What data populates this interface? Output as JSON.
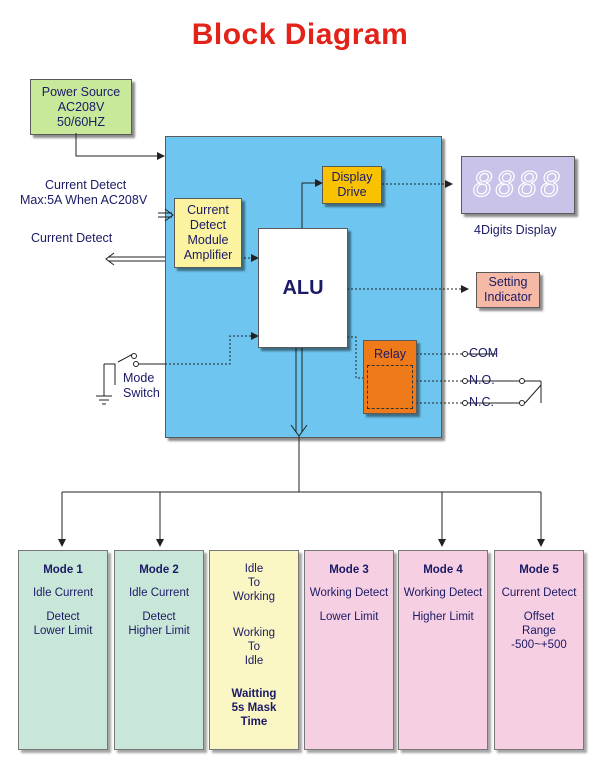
{
  "title": "Block Diagram",
  "power_source": {
    "line1": "Power Source",
    "line2": "AC208V",
    "line3": "50/60HZ"
  },
  "inputs": {
    "current_detect_1": "Current Detect",
    "max_spec": "Max:5A When AC208V",
    "current_detect_2": "Current Detect",
    "mode_switch_1": "Mode",
    "mode_switch_2": "Switch"
  },
  "amplifier": {
    "line1": "Current",
    "line2": "Detect",
    "line3": "Module",
    "line4": "Amplifier"
  },
  "alu": "ALU",
  "display_drive": {
    "line1": "Display",
    "line2": "Drive"
  },
  "display": {
    "digits": "8888",
    "label": "4Digits Display"
  },
  "setting_indicator": {
    "line1": "Setting",
    "line2": "Indicator"
  },
  "relay": {
    "label": "Relay",
    "com": "COM",
    "no": "N.O.",
    "nc": "N.C."
  },
  "modes": [
    {
      "title": "Mode 1",
      "lines": [
        "Idle Current",
        "",
        "Detect",
        "Lower Limit"
      ],
      "bg": "#c9e7d9"
    },
    {
      "title": "Mode 2",
      "lines": [
        "Idle Current",
        "",
        "Detect",
        "Higher Limit"
      ],
      "bg": "#c9e7d9"
    },
    {
      "title": "",
      "lines": [
        "Idle",
        "To",
        "Working",
        "",
        "",
        "Working",
        "To",
        "Idle"
      ],
      "footer": [
        "Waitting",
        "5s Mask",
        "Time"
      ],
      "bg": "#fbf7c4"
    },
    {
      "title": "Mode 3",
      "lines": [
        "Working Detect",
        "",
        "Lower Limit"
      ],
      "bg": "#f7cfe3"
    },
    {
      "title": "Mode 4",
      "lines": [
        "Working Detect",
        "",
        "Higher Limit"
      ],
      "bg": "#f7cfe3"
    },
    {
      "title": "Mode 5",
      "lines": [
        "Current Detect",
        "",
        "Offset",
        "Range",
        "-500~+500"
      ],
      "bg": "#f7cfe3"
    }
  ],
  "colors": {
    "title": "#e32219",
    "main_panel": "#6ec6f0",
    "power_box": "#c8e89a",
    "amplifier_box": "#fbf3a0",
    "display_drive_box": "#f8c200",
    "relay_box": "#ef7a1a",
    "setting_box": "#f6b9a6",
    "display_box": "#c9c3ea",
    "text": "#1a1a66"
  }
}
